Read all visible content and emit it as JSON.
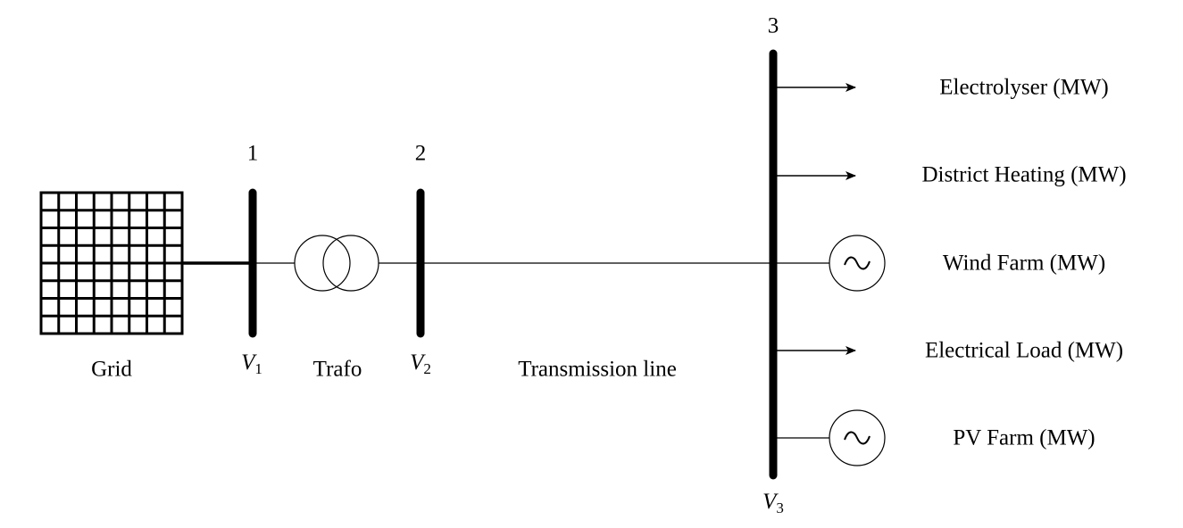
{
  "grid": {
    "label": "Grid"
  },
  "buses": [
    {
      "number": "1",
      "voltage": "V",
      "voltage_sub": "1"
    },
    {
      "number": "2",
      "voltage": "V",
      "voltage_sub": "2"
    },
    {
      "number": "3",
      "voltage": "V",
      "voltage_sub": "3"
    }
  ],
  "transformer": {
    "label": "Trafo"
  },
  "line": {
    "label": "Transmission line"
  },
  "connections": [
    {
      "label": "Electrolyser (MW)",
      "kind": "load",
      "symbol": "arrow"
    },
    {
      "label": "District Heating (MW)",
      "kind": "load",
      "symbol": "arrow"
    },
    {
      "label": "Wind Farm (MW)",
      "kind": "generator",
      "symbol": "~"
    },
    {
      "label": "Electrical Load (MW)",
      "kind": "load",
      "symbol": "arrow"
    },
    {
      "label": "PV Farm (MW)",
      "kind": "generator",
      "symbol": "~"
    }
  ],
  "colors": {
    "stroke": "#000000",
    "background": "#ffffff"
  }
}
